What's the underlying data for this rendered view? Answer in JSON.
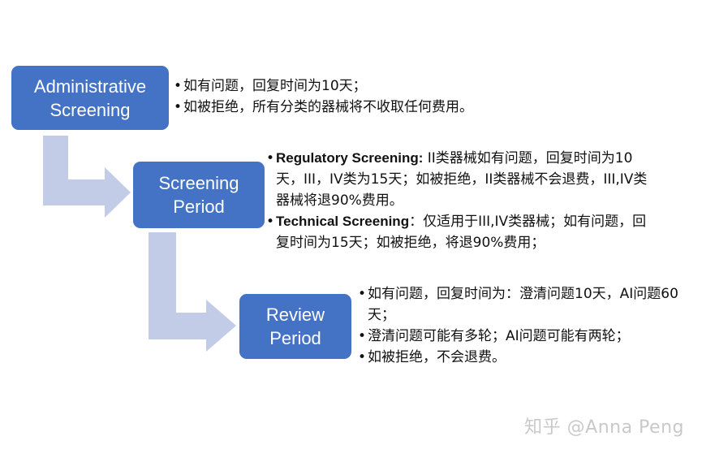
{
  "stages": [
    {
      "line1": "Administrative",
      "line2": "Screening"
    },
    {
      "line1": "Screening",
      "line2": "Period"
    },
    {
      "line1": "Review",
      "line2": "Period"
    }
  ],
  "stage1_bullets": [
    "如有问题，回复时间为10天；",
    "如被拒绝，所有分类的器械将不收取任何费用。"
  ],
  "stage2_bullets": [
    {
      "term": "Regulatory Screening:",
      "text": " II类器械如有问题，回复时间为10天，III，IV类为15天；如被拒绝，II类器械不会退费，III,IV类器械将退90%费用。"
    },
    {
      "term": "Technical Screening",
      "text": "：仅适用于III,IV类器械；如有问题，回复时间为15天；如被拒绝，将退90%费用；"
    }
  ],
  "stage3_bullets": [
    "如有问题，回复时间为：澄清问题10天，AI问题60天；",
    "澄清问题可能有多轮；AI问题可能有两轮；",
    "如被拒绝，不会退费。"
  ],
  "watermark": "知乎 @Anna Peng",
  "colors": {
    "box": "#4472C4",
    "arrow": "#C3CCE6",
    "text": "#111111",
    "watermark": "#C9C9C9"
  }
}
